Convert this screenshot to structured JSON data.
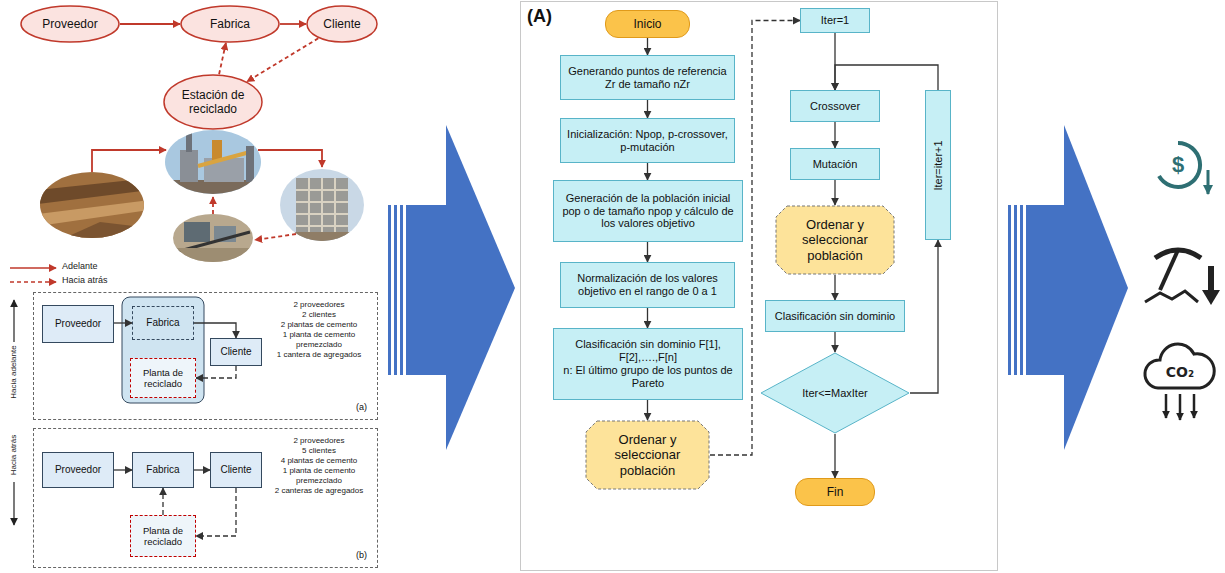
{
  "diagram": {
    "nodes": [
      {
        "text": [
          "Proveedor"
        ]
      },
      {
        "text": [
          "Fabrica"
        ]
      },
      {
        "text": [
          "Cliente"
        ]
      },
      {
        "text": [
          "Estación de reciclado"
        ]
      },
      {
        "text": [
          "2 proveedores",
          "2 clientes",
          "2 plantas de cemento",
          "1 planta de cemento premezclado",
          "1 cantera de agregados",
          "(a)"
        ]
      },
      {
        "text": [
          "Proveedor"
        ],
        "in": 4
      },
      {
        "text": [
          "Fabrica"
        ],
        "in": 4
      },
      {
        "text": [
          "Cliente"
        ],
        "in": 4
      },
      {
        "text": [
          "Planta de reciclado"
        ],
        "in": 4
      },
      {
        "text": [
          "2 proveedores",
          "5 clientes",
          "4 plantas de cemento",
          "1 planta de cemento premezclado",
          "2 canteras de agregados",
          "(b)"
        ]
      },
      {
        "text": [
          "Proveedor"
        ],
        "in": 9
      },
      {
        "text": [
          "Fabrica"
        ],
        "in": 9
      },
      {
        "text": [
          "Cliente"
        ],
        "in": 9
      },
      {
        "text": [
          "Planta de reciclado"
        ],
        "in": 9
      },
      {
        "text": [
          "(A)"
        ]
      },
      {
        "text": [
          "Inicio"
        ],
        "in": 14
      },
      {
        "text": [
          "Generando puntos de referencia Zr de tamaño nZr"
        ],
        "in": 14
      },
      {
        "text": [
          "Inicialización: Npop, p-crossover, p-mutación"
        ],
        "in": 14
      },
      {
        "text": [
          "Generación de la población inicial pop o de tamaño npop y cálculo de los valores objetivo"
        ],
        "in": 14
      },
      {
        "text": [
          "Normalización de los valores objetivo en el rango de 0 a 1"
        ],
        "in": 14
      },
      {
        "text": [
          "Clasificación sin dominio F[1], F[2],….,F[n]",
          "n: El último grupo de los puntos de Pareto"
        ],
        "in": 14
      },
      {
        "text": [
          "Ordenar y seleccionar población"
        ],
        "in": 14
      },
      {
        "text": [
          "Iter=1"
        ],
        "in": 14
      },
      {
        "text": [
          "Crossover"
        ],
        "in": 14
      },
      {
        "text": [
          "Mutación"
        ],
        "in": 14
      },
      {
        "text": [
          "Ordenar y seleccionar población"
        ],
        "in": 14
      },
      {
        "text": [
          "Clasificación sin dominio"
        ],
        "in": 14
      },
      {
        "text": [
          "Iter<=MaxIter"
        ],
        "in": 14
      },
      {
        "text": [
          "Fin"
        ],
        "in": 14
      },
      {
        "text": [
          "Iter=iter+1"
        ],
        "in": 14
      }
    ],
    "edges": [
      {
        "from": 0,
        "to": 1,
        "arrow": "to"
      },
      {
        "from": 1,
        "to": 2,
        "arrow": "to"
      },
      {
        "from": 2,
        "to": 3,
        "arrow": "to"
      },
      {
        "from": 3,
        "to": 1,
        "arrow": "to"
      },
      {
        "from": 5,
        "to": 6,
        "arrow": "to"
      },
      {
        "from": 6,
        "to": 7,
        "arrow": "to"
      },
      {
        "from": 7,
        "to": 8,
        "arrow": "to"
      },
      {
        "from": 10,
        "to": 11,
        "arrow": "to"
      },
      {
        "from": 11,
        "to": 12,
        "arrow": "to"
      },
      {
        "from": 12,
        "to": 13,
        "arrow": "to"
      },
      {
        "from": 13,
        "to": 11,
        "arrow": "to"
      },
      {
        "from": 15,
        "to": 16,
        "arrow": "to"
      },
      {
        "from": 16,
        "to": 17,
        "arrow": "to"
      },
      {
        "from": 17,
        "to": 18,
        "arrow": "to"
      },
      {
        "from": 18,
        "to": 19,
        "arrow": "to"
      },
      {
        "from": 19,
        "to": 20,
        "arrow": "to"
      },
      {
        "from": 20,
        "to": 21,
        "arrow": "to"
      },
      {
        "from": 21,
        "to": 22,
        "arrow": "to"
      },
      {
        "from": 22,
        "to": 23,
        "arrow": "to"
      },
      {
        "from": 23,
        "to": 24,
        "arrow": "to"
      },
      {
        "from": 24,
        "to": 25,
        "arrow": "to"
      },
      {
        "from": 25,
        "to": 26,
        "arrow": "to"
      },
      {
        "from": 26,
        "to": 27,
        "arrow": "to"
      },
      {
        "from": 27,
        "to": 28,
        "arrow": "to"
      },
      {
        "from": 27,
        "to": 29,
        "arrow": "to"
      },
      {
        "from": 29,
        "to": 23,
        "arrow": "to"
      }
    ],
    "labels": [
      "Hacia adelante",
      "Hacia atrás",
      "$",
      "CO₂"
    ],
    "legend": [
      {
        "text": "Adelante"
      },
      {
        "text": "Hacia atrás"
      }
    ]
  }
}
